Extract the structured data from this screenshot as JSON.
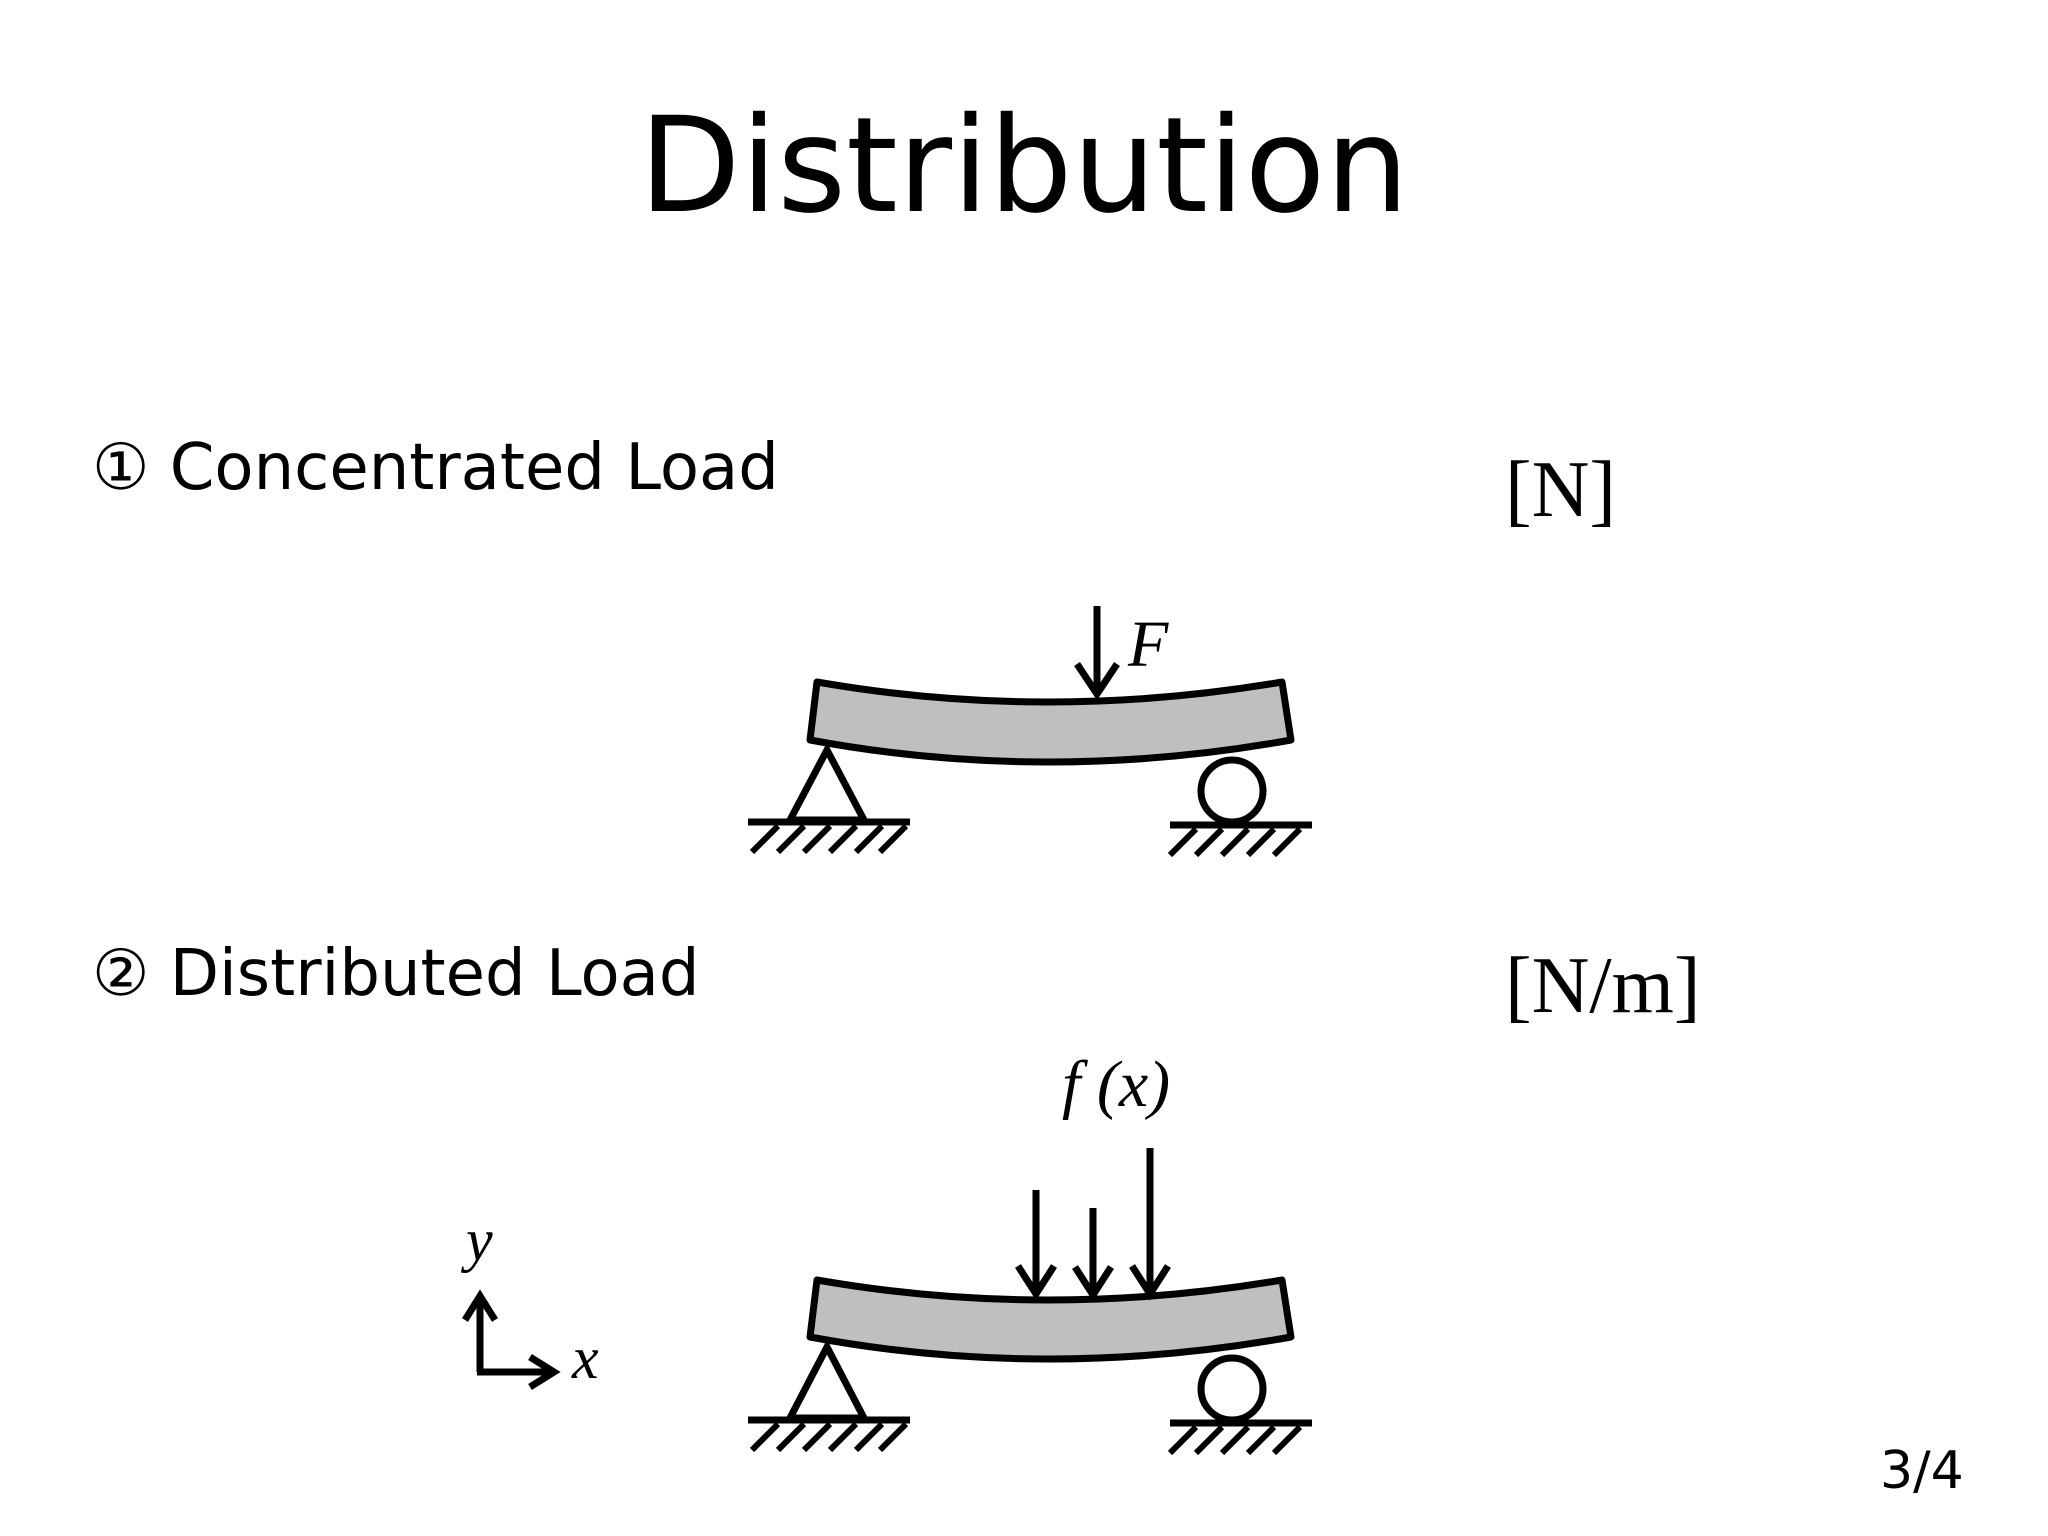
{
  "slide": {
    "title": "Distribution",
    "page_number": "3/4"
  },
  "items": [
    {
      "marker": "①",
      "label": "Concentrated Load",
      "unit": "[N]",
      "load_symbol": "F"
    },
    {
      "marker": "②",
      "label": "Distributed Load",
      "unit": "[N/m]",
      "load_symbol": "f (x)"
    }
  ],
  "axes": {
    "x_label": "x",
    "y_label": "y"
  },
  "colors": {
    "beam_fill": "#bfbfbf",
    "stroke": "#000000",
    "background": "#ffffff"
  }
}
